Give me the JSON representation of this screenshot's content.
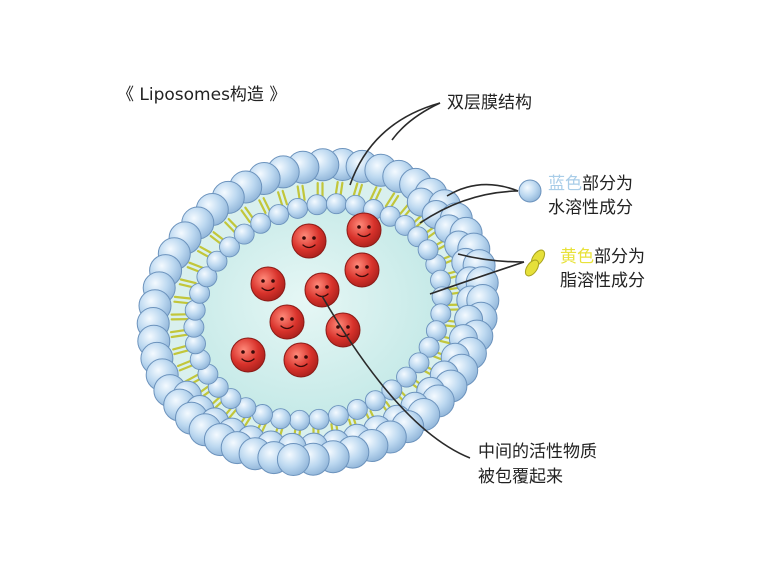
{
  "title": "《 Liposomes构造 》",
  "labels": {
    "bilayer": "双层膜结构",
    "blue_word": "蓝色",
    "blue_rest": "部分为",
    "blue_line2": "水溶性成分",
    "yellow_word": "黄色",
    "yellow_rest": "部分为",
    "yellow_line2": "脂溶性成分",
    "core_line1": "中间的活性物质",
    "core_line2": "被包覆起来"
  },
  "colors": {
    "head_fill": "#bcd8f0",
    "head_stroke": "#6c93bd",
    "tail": "#c2c63a",
    "core_fill": "#d2f0ee",
    "active": "#d8322b",
    "line": "#2a2a2a",
    "blue_text": "#a9cde8",
    "yellow_text": "#e8e23a"
  },
  "icons": {
    "blue_legend": "blue-sphere-icon",
    "yellow_legend": "yellow-lipid-tail-icon"
  }
}
